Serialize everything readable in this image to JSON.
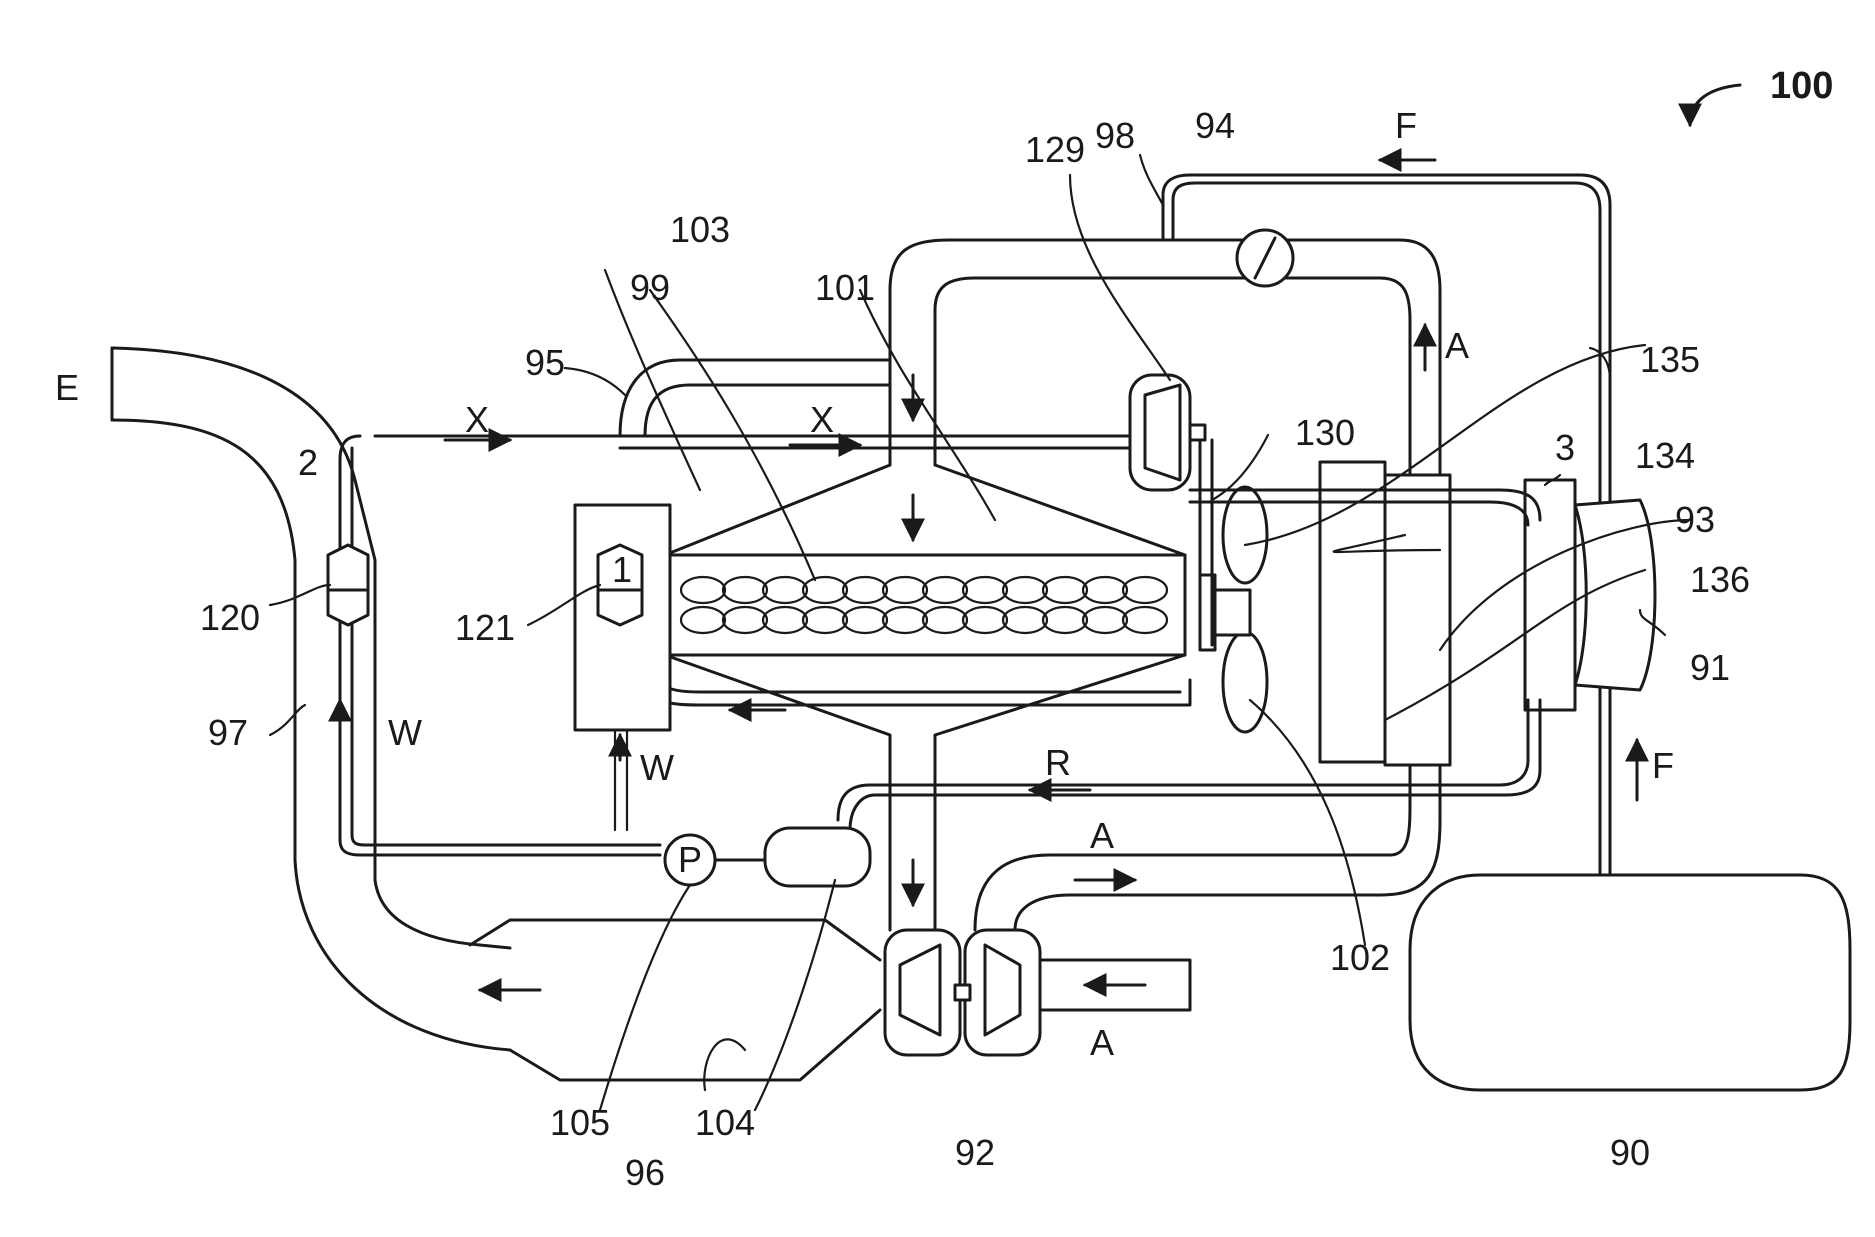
{
  "figure": {
    "ref": "100"
  },
  "labels": {
    "E": "E",
    "X": "X",
    "W": "W",
    "A": "A",
    "F": "F",
    "R": "R",
    "P": "P",
    "node1": "1",
    "node2": "2",
    "node3": "3"
  },
  "reference_numerals": {
    "n90": "90",
    "n91": "91",
    "n92": "92",
    "n93": "93",
    "n94": "94",
    "n95": "95",
    "n96": "96",
    "n97": "97",
    "n98": "98",
    "n99": "99",
    "n101": "101",
    "n102": "102",
    "n103": "103",
    "n104": "104",
    "n105": "105",
    "n120": "120",
    "n121": "121",
    "n129": "129",
    "n130": "130",
    "n134": "134",
    "n135": "135",
    "n136": "136"
  }
}
